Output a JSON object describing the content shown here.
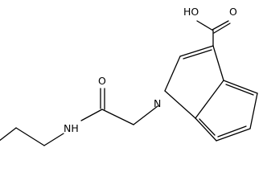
{
  "structure": {
    "atom_labels": {
      "carboxylic_acid_oh": "HO",
      "carbonyl_oxygen_acid": "O",
      "amide_oxygen": "O",
      "amide_nitrogen": "NH",
      "indole_nitrogen": "N"
    }
  },
  "colors": {
    "bond": "#000000",
    "label": "#000000",
    "background": "#ffffff"
  }
}
